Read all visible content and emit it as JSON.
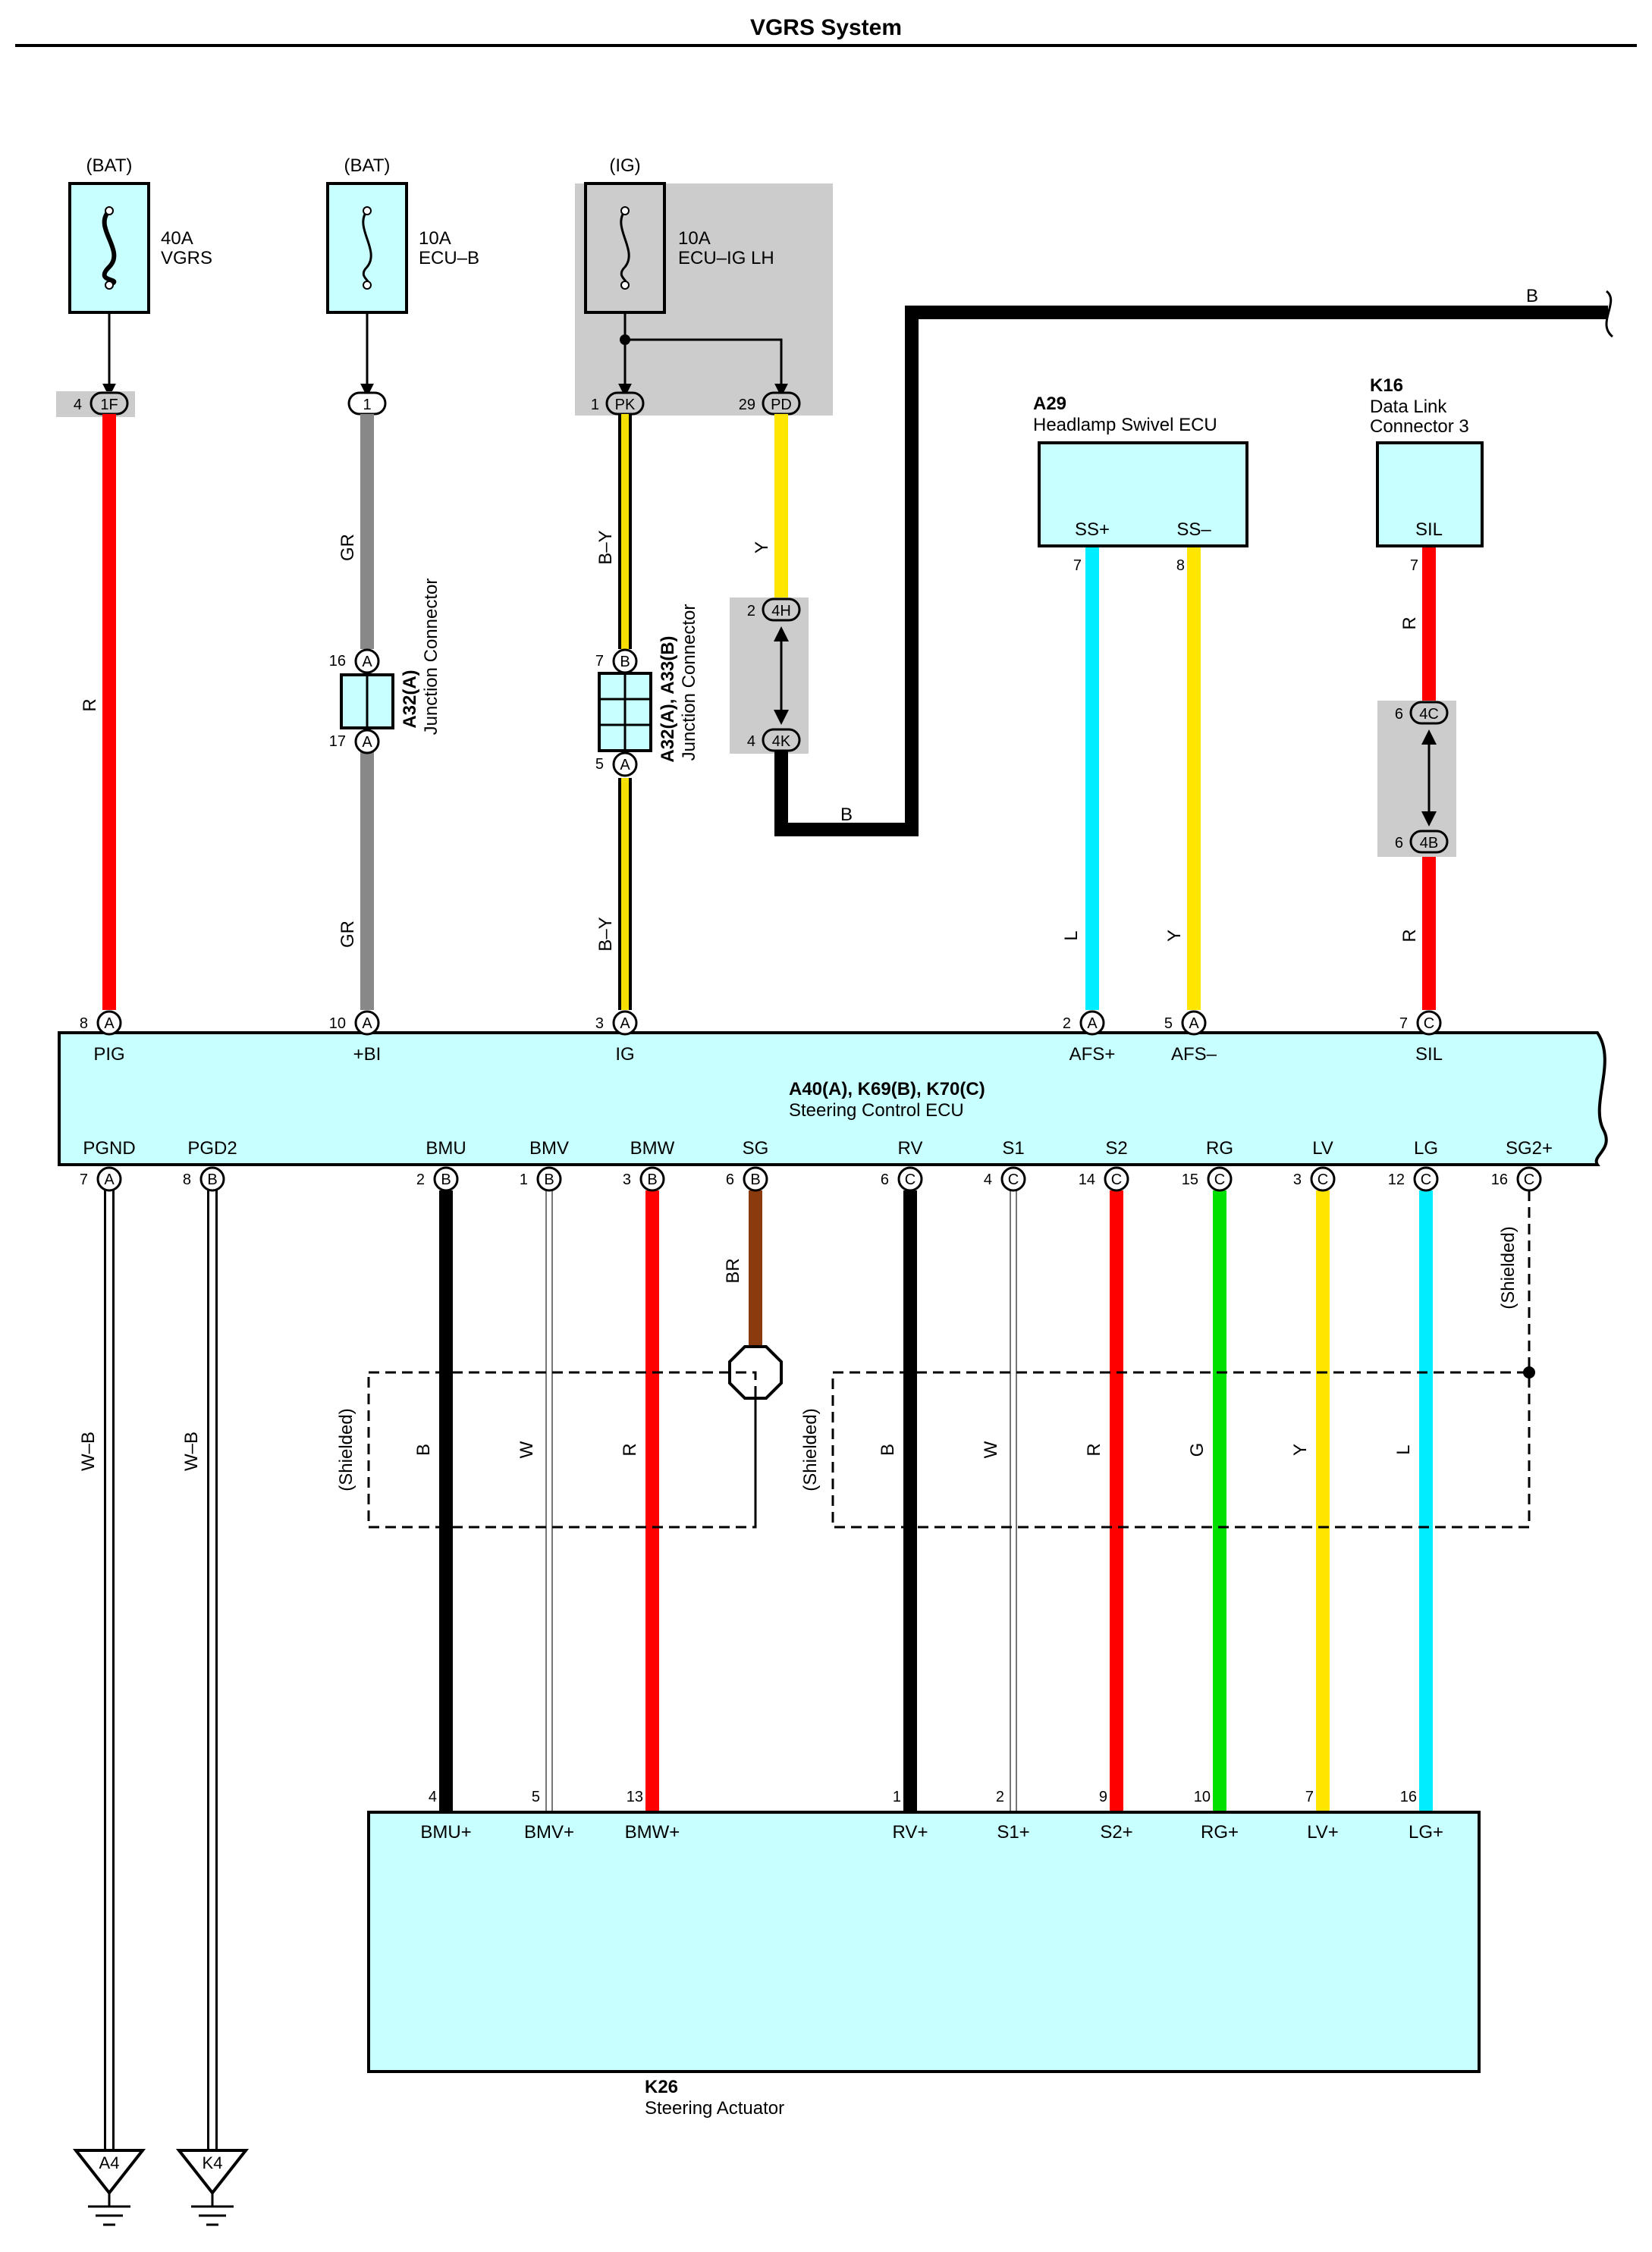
{
  "title": "VGRS System",
  "fuses": [
    {
      "source": "(BAT)",
      "rating": "40A",
      "name": "VGRS"
    },
    {
      "source": "(BAT)",
      "rating": "10A",
      "name": "ECU–B"
    },
    {
      "source": "(IG)",
      "rating": "10A",
      "name": "ECU–IG LH"
    }
  ],
  "fuse_pins": {
    "vgrs": {
      "num": "4",
      "code": "1F"
    },
    "ecub": {
      "code": "1"
    },
    "ig_pk": {
      "num": "1",
      "code": "PK"
    },
    "ig_pd": {
      "num": "29",
      "code": "PD"
    }
  },
  "wire_colors": {
    "R": "#ff0000",
    "GR": "#888888",
    "BY": "#f5e000",
    "Y": "#ffe600",
    "B": "#000000",
    "L": "#00eeff",
    "G": "#00e000",
    "BR": "#8b3a0e",
    "W": "#ffffff"
  },
  "component_fill": "#c8ffff",
  "wire_labels": {
    "pig_r": "R",
    "gr_top": "GR",
    "gr_bot": "GR",
    "by_top": "B–Y",
    "by_bot": "B–Y",
    "y_pd": "Y",
    "b_loop": "B",
    "b_top": "B",
    "ss_l": "L",
    "ss_y": "Y",
    "sil_r_top": "R",
    "sil_r_bot": "R",
    "br": "BR",
    "wb1": "W–B",
    "wb2": "W–B",
    "bmu": "B",
    "bmv": "W",
    "bmw": "R",
    "rv": "B",
    "s1": "W",
    "s2": "R",
    "rg": "G",
    "lv": "Y",
    "lg": "L"
  },
  "shielded": "(Shielded)",
  "junction_a32": {
    "id": "A32(A)",
    "name": "Junction Connector",
    "pin_top": {
      "num": "16",
      "code": "A"
    },
    "pin_bot": {
      "num": "17",
      "code": "A"
    }
  },
  "junction_a33": {
    "id": "A32(A), A33(B)",
    "name": "Junction Connector",
    "pin_top": {
      "num": "7",
      "code": "B"
    },
    "pin_bot": {
      "num": "5",
      "code": "A"
    }
  },
  "jc_4h_4k": {
    "top": {
      "num": "2",
      "code": "4H"
    },
    "bot": {
      "num": "4",
      "code": "4K"
    }
  },
  "jc_4c_4b": {
    "top": {
      "num": "6",
      "code": "4C"
    },
    "bot": {
      "num": "6",
      "code": "4B"
    }
  },
  "a29": {
    "id": "A29",
    "name": "Headlamp Swivel ECU",
    "pins": [
      "SS+",
      "SS–"
    ],
    "nums": [
      "7",
      "8"
    ]
  },
  "k16": {
    "id": "K16",
    "name1": "Data Link",
    "name2": "Connector 3",
    "pin": "SIL",
    "num": "7"
  },
  "ecu": {
    "id": "A40(A), K69(B), K70(C)",
    "name": "Steering Control ECU",
    "top_pins": [
      {
        "num": "8",
        "code": "A",
        "name": "PIG"
      },
      {
        "num": "10",
        "code": "A",
        "name": "+BI"
      },
      {
        "num": "3",
        "code": "A",
        "name": "IG"
      },
      {
        "num": "2",
        "code": "A",
        "name": "AFS+"
      },
      {
        "num": "5",
        "code": "A",
        "name": "AFS–"
      },
      {
        "num": "7",
        "code": "C",
        "name": "SIL"
      }
    ],
    "bottom_pins": [
      {
        "num": "7",
        "code": "A",
        "name": "PGND"
      },
      {
        "num": "8",
        "code": "B",
        "name": "PGD2"
      },
      {
        "num": "2",
        "code": "B",
        "name": "BMU"
      },
      {
        "num": "1",
        "code": "B",
        "name": "BMV"
      },
      {
        "num": "3",
        "code": "B",
        "name": "BMW"
      },
      {
        "num": "6",
        "code": "B",
        "name": "SG"
      },
      {
        "num": "6",
        "code": "C",
        "name": "RV"
      },
      {
        "num": "4",
        "code": "C",
        "name": "S1"
      },
      {
        "num": "14",
        "code": "C",
        "name": "S2"
      },
      {
        "num": "15",
        "code": "C",
        "name": "RG"
      },
      {
        "num": "3",
        "code": "C",
        "name": "LV"
      },
      {
        "num": "12",
        "code": "C",
        "name": "LG"
      },
      {
        "num": "16",
        "code": "C",
        "name": "SG2+"
      }
    ]
  },
  "k26": {
    "id": "K26",
    "name": "Steering Actuator",
    "pins": [
      {
        "num": "4",
        "name": "BMU+"
      },
      {
        "num": "5",
        "name": "BMV+"
      },
      {
        "num": "13",
        "name": "BMW+"
      },
      {
        "num": "1",
        "name": "RV+"
      },
      {
        "num": "2",
        "name": "S1+"
      },
      {
        "num": "9",
        "name": "S2+"
      },
      {
        "num": "10",
        "name": "RG+"
      },
      {
        "num": "7",
        "name": "LV+"
      },
      {
        "num": "16",
        "name": "LG+"
      }
    ]
  },
  "grounds": [
    "A4",
    "K4"
  ]
}
